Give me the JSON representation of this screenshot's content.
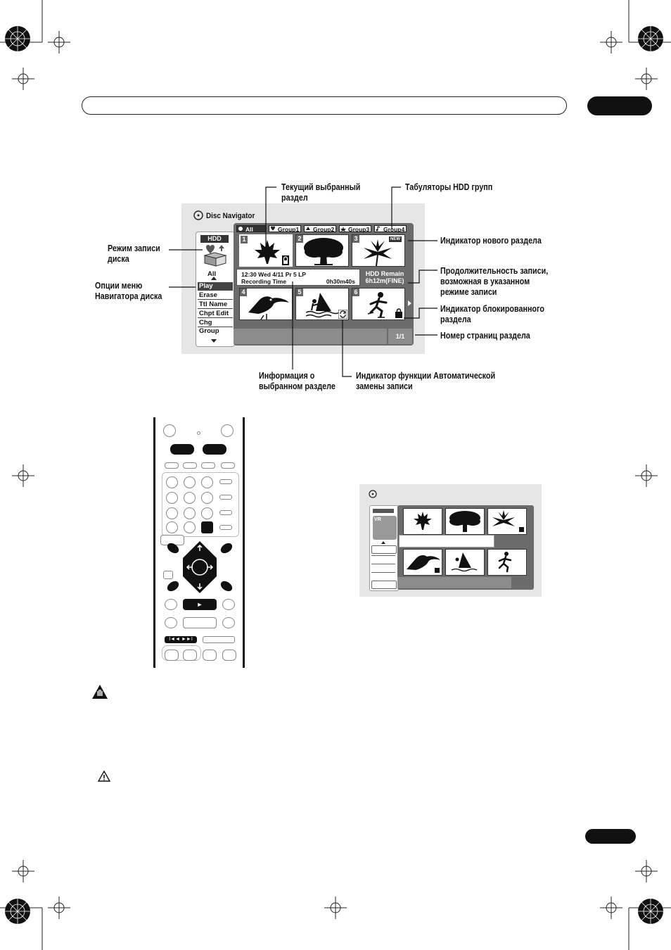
{
  "diagram": {
    "title": "Disc Navigator",
    "hdd_badge": "HDD",
    "all_label": "All",
    "menu_items": [
      "Play",
      "Erase",
      "Ttl Name",
      "Chpt Edit",
      "Chg Group"
    ],
    "tabs": [
      "All",
      "Group1",
      "Group2",
      "Group3",
      "Group4"
    ],
    "cell_numbers": [
      "1",
      "2",
      "3",
      "4",
      "5",
      "6"
    ],
    "new_badge": "NEW",
    "info_line1": "12:30 Wed  4/11   Pr 5   LP",
    "info_line2_left": "Recording Time",
    "info_line2_right": "0h30m40s",
    "remain_line1": "HDD Remain",
    "remain_line2": "6h12m(FINE)",
    "page_count": "1/1"
  },
  "callouts": {
    "current_title": "Текущий выбранный\nраздел",
    "hdd_tabs": "Табуляторы HDD групп",
    "rec_mode": "Режим записи\nдиска",
    "menu_options": "Опции меню\nНавигатора диска",
    "new_indicator": "Индикатор нового раздела",
    "rec_time_left": "Продолжительность записи,\nвозможная в указанном\nрежиме записи",
    "lock_indicator": "Индикатор блокированного\nраздела",
    "page_number": "Номер страниц раздела",
    "selected_info": "Информация о\nвыбранном разделе",
    "auto_replace": "Индикатор функции Автоматической\nзамены записи"
  },
  "small_diagram": {
    "badge": "VR"
  },
  "remote": {
    "play_symbol": "►",
    "skip_label": "I◄◄  ►►I"
  },
  "colors": {
    "panel_bg": "#e6e6e6",
    "grid_bg": "#6b6b6b",
    "ink": "#111111"
  }
}
